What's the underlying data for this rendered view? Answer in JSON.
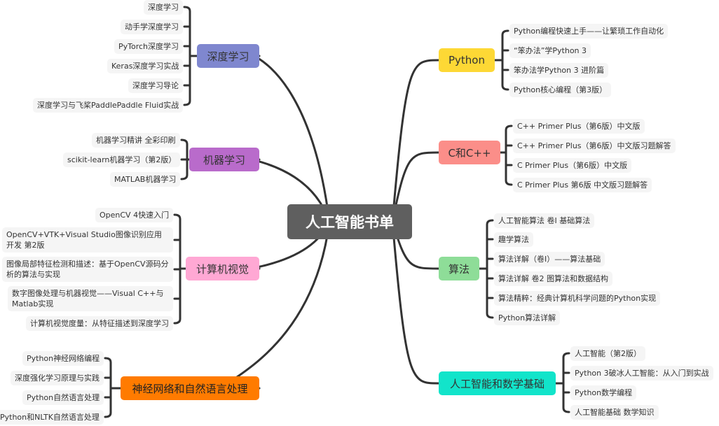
{
  "center": {
    "label": "人工智能书单",
    "color": "#5f5f5f"
  },
  "branches": [
    {
      "label": "深度学习",
      "color": "#7f87cf",
      "leaves": [
        "深度学习",
        "动手学深度学习",
        "PyTorch深度学习",
        "Keras深度学习实战",
        "深度学习导论",
        "深度学习与飞桨PaddlePaddle Fluid实战"
      ]
    },
    {
      "label": "机器学习",
      "color": "#b96bcb",
      "leaves": [
        "机器学习精讲 全彩印刷",
        "scikit-learn机器学习（第2版）",
        "MATLAB机器学习"
      ]
    },
    {
      "label": "计算机视觉",
      "color": "#ffa8d4",
      "leaves": [
        "OpenCV 4快速入门",
        "OpenCV+VTK+Visual Studio图像识别应用开发 第2版",
        "图像局部特征检测和描述：基于OpenCV源码分析的算法与实现",
        "数字图像处理与机器视觉——Visual C++与Matlab实现",
        "计算机视觉度量：从特征描述到深度学习"
      ]
    },
    {
      "label": "神经网络和自然语言处理",
      "color": "#ff7b00",
      "leaves": [
        "Python神经网络编程",
        "深度强化学习原理与实践",
        "Python自然语言处理",
        "Python和NLTK自然语言处理"
      ]
    },
    {
      "label": "Python",
      "color": "#fdd835",
      "leaves": [
        "Python编程快速上手——让繁琐工作自动化",
        "“笨办法”学Python 3",
        "笨办法学Python 3 进阶篇",
        "Python核心编程（第3版）"
      ]
    },
    {
      "label": "C和C++",
      "color": "#fb8e89",
      "leaves": [
        "C++ Primer Plus（第6版）中文版",
        "C++ Primer Plus（第6版）中文版习题解答",
        "C Primer Plus（第6版）中文版",
        "C Primer Plus 第6版 中文版习题解答"
      ]
    },
    {
      "label": "算法",
      "color": "#8edd98",
      "leaves": [
        "人工智能算法 卷I 基础算法",
        "趣学算法",
        "算法详解（卷I）——算法基础",
        "算法详解 卷2 图算法和数据结构",
        "算法精粹：经典计算机科学问题的Python实现",
        "Python算法详解"
      ]
    },
    {
      "label": "人工智能和数学基础",
      "color": "#12e4ca",
      "leaves": [
        "人工智能（第2版）",
        "Python 3破冰人工智能：从入门到实战",
        "Python数学编程",
        "人工智能基础 数学知识"
      ]
    }
  ]
}
